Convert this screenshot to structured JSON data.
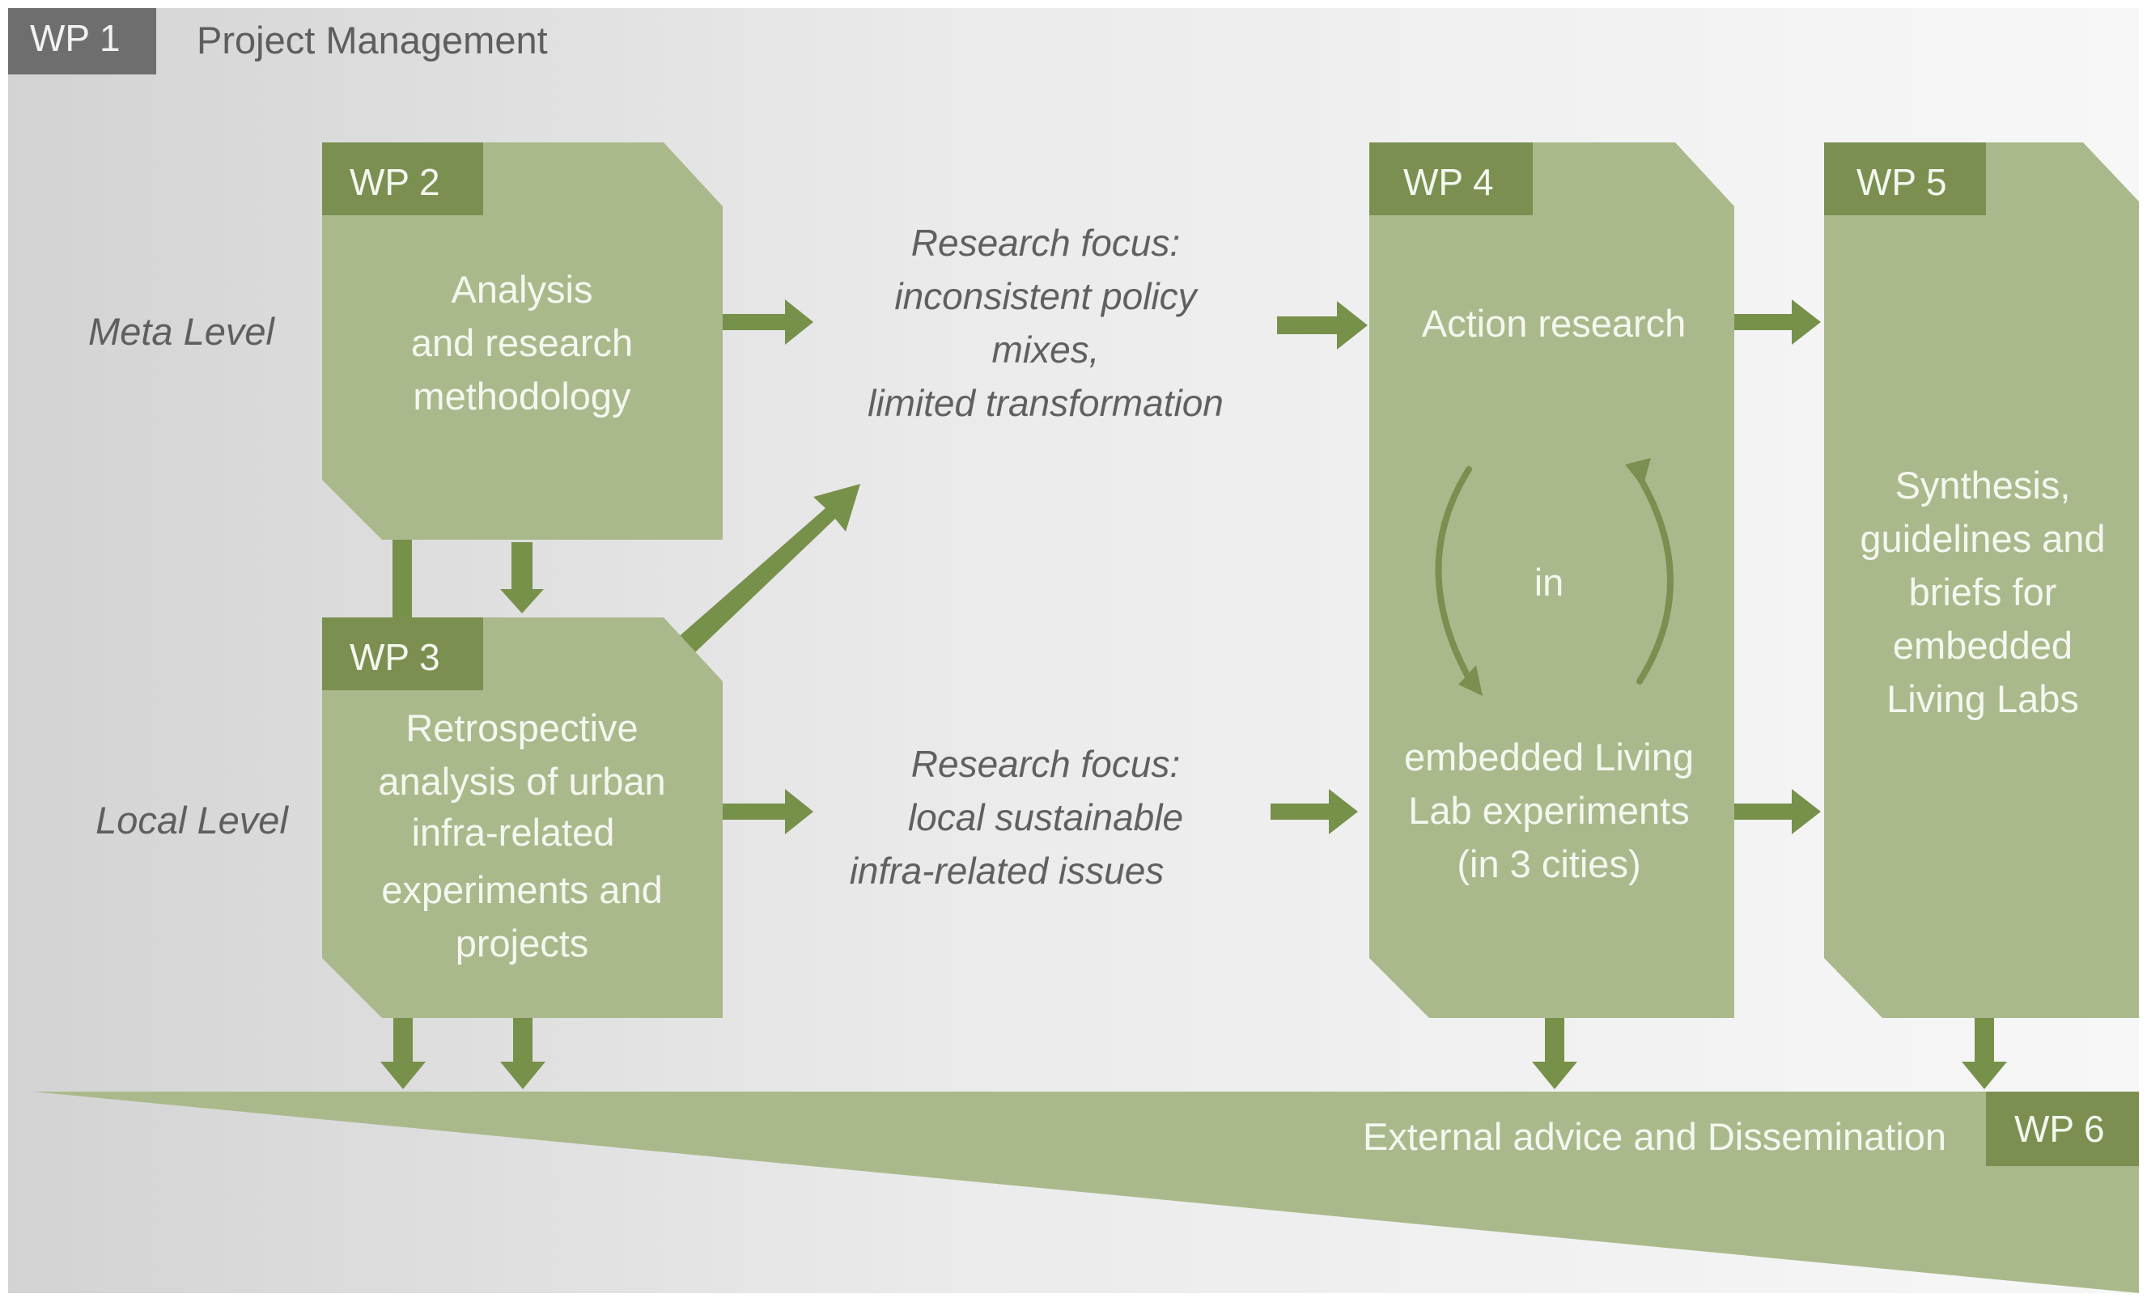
{
  "header": {
    "wp1_tag": "WP 1",
    "wp1_title": "Project Management"
  },
  "levels": {
    "meta": "Meta Level",
    "local": "Local Level"
  },
  "wp2": {
    "tag": "WP 2",
    "lines": [
      "Analysis",
      "and research",
      "methodology"
    ]
  },
  "wp3": {
    "tag": "WP 3",
    "lines": [
      "Retrospective",
      "analysis of urban",
      "infra-related",
      "experiments and",
      "projects"
    ]
  },
  "focus_meta": {
    "lines": [
      "Research focus:",
      "inconsistent policy",
      "mixes,",
      "limited transformation"
    ]
  },
  "focus_local": {
    "lines": [
      "Research focus:",
      "local sustainable",
      "infra-related issues"
    ]
  },
  "wp4": {
    "tag": "WP 4",
    "top": "Action research",
    "middle": "in",
    "bottom": [
      "embedded Living",
      "Lab experiments",
      "(in 3 cities)"
    ]
  },
  "wp5": {
    "tag": "WP 5",
    "lines": [
      "Synthesis,",
      "guidelines and",
      "briefs for",
      "embedded",
      "Living Labs"
    ]
  },
  "wp6": {
    "tag": "WP 6",
    "label": "External advice and Dissemination"
  },
  "colors": {
    "box_green": "#aab98b",
    "dark_green": "#7b9050",
    "arrow_green": "#77904a",
    "wp1_gray": "#6e6e6e",
    "box_text": "#f4f7ef"
  }
}
